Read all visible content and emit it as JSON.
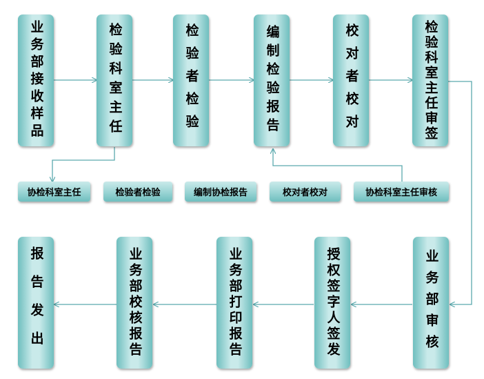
{
  "top_row": [
    {
      "id": "business-receive",
      "label": "业务部接收样品"
    },
    {
      "id": "director-1",
      "label": "检验科室主任"
    },
    {
      "id": "inspector",
      "label": "检验者检验"
    },
    {
      "id": "compile-report",
      "label": "编制检验报告"
    },
    {
      "id": "proofreader",
      "label": "校对者校对"
    },
    {
      "id": "director-review",
      "label": "检验科室主任审签"
    }
  ],
  "middle_row": [
    {
      "id": "assist-director",
      "label": "协检科室主任"
    },
    {
      "id": "assist-inspector",
      "label": "检验者检验"
    },
    {
      "id": "assist-compile",
      "label": "编制协检报告"
    },
    {
      "id": "assist-proof",
      "label": "校对者校对"
    },
    {
      "id": "assist-review",
      "label": "协检科室主任审核"
    }
  ],
  "bottom_row": [
    {
      "id": "report-issue",
      "label": "报告发出"
    },
    {
      "id": "business-proof",
      "label": "业务部校核报告"
    },
    {
      "id": "business-print",
      "label": "业务部打印报告"
    },
    {
      "id": "authorized-sign",
      "label": "授权签字人签发"
    },
    {
      "id": "business-review",
      "label": "业务部审核"
    }
  ],
  "colors": {
    "box_edge": "#6fbfbf",
    "box_center": "#c9eaea",
    "arrow": "#5aa9ad"
  }
}
